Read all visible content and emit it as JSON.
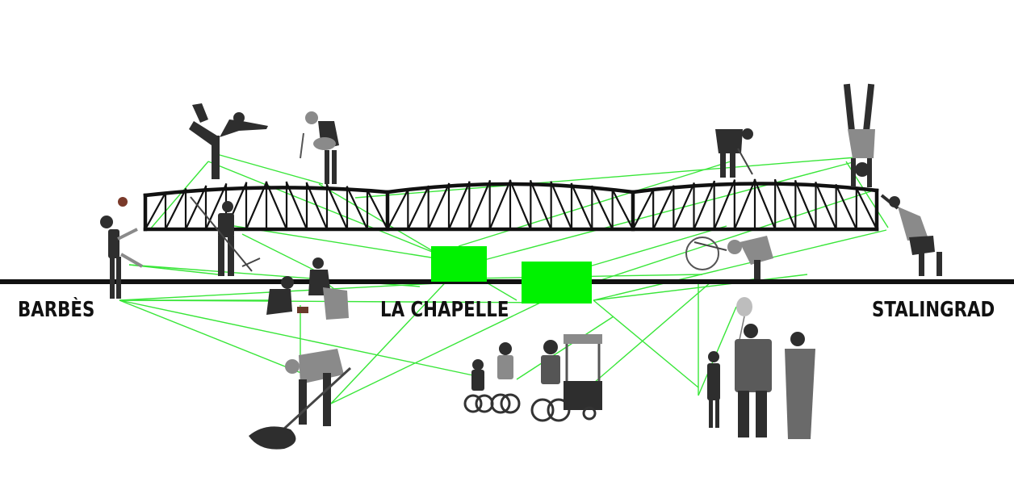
{
  "stations": {
    "barbes": "BARBÈS",
    "la_chapelle": "LA CHAPELLE",
    "stalingrad": "STALINGRAD"
  },
  "colors": {
    "network_line": "#39e639",
    "green_block": "#00f200",
    "structure": "#111111",
    "figure_fill": "#2e2e2e",
    "figure_light": "#8a8a8a",
    "background": "#ffffff"
  },
  "figures": [
    "juggler",
    "yoga-dancer",
    "child-with-basket",
    "farmer-with-pitchfork",
    "children-playing",
    "person-with-golf-club",
    "handstand-person",
    "pushing-person",
    "person-fixing-bicycle",
    "gardener-digging",
    "family-cyclists",
    "cargo-bike-rider",
    "family-with-balloon"
  ]
}
